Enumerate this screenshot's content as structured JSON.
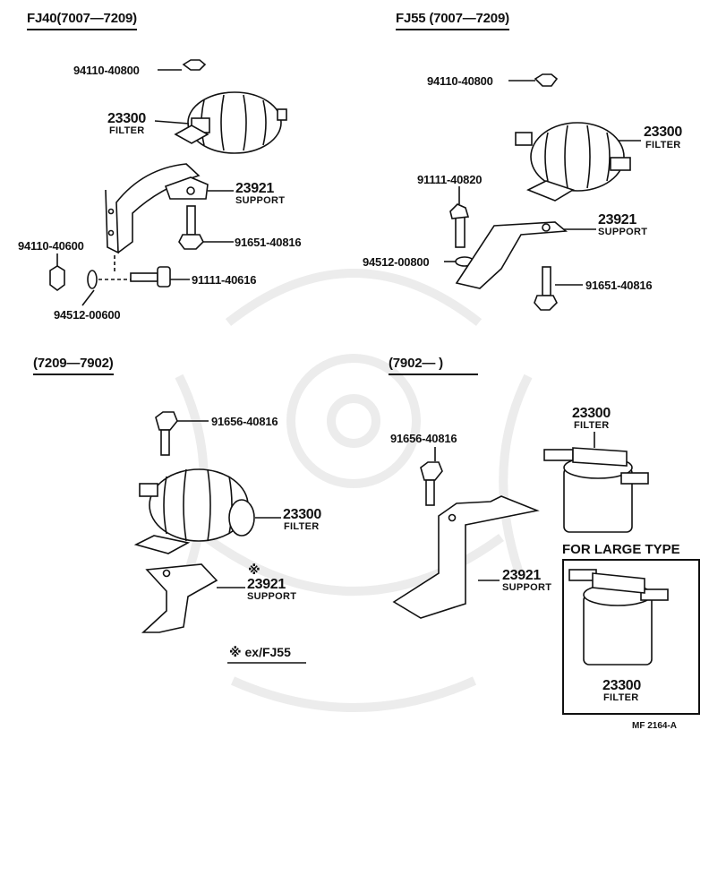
{
  "sections": {
    "s1": "FJ40(7007—7209)",
    "s2": "FJ55  (7007—7209)",
    "s3": "(7209—7902)",
    "s4": "(7902—          )"
  },
  "q1": {
    "nut": "94110-40800",
    "filter_no": "23300",
    "filter_name": "FILTER",
    "support_no": "23921",
    "support_name": "SUPPORT",
    "bolt": "91651-40816",
    "nut2": "94110-40600",
    "bolt2": "91111-40616",
    "washer": "94512-00600"
  },
  "q2": {
    "nut": "94110-40800",
    "filter_no": "23300",
    "filter_name": "FILTER",
    "bolt": "91111-40820",
    "support_no": "23921",
    "support_name": "SUPPORT",
    "washer": "94512-00800",
    "bolt2": "91651-40816"
  },
  "q3": {
    "bolt": "91656-40816",
    "filter_no": "23300",
    "filter_name": "FILTER",
    "star": "※",
    "support_no": "23921",
    "support_name": "SUPPORT",
    "note": "※ ex/FJ55"
  },
  "q4": {
    "bolt": "91656-40816",
    "filter_no": "23300",
    "filter_name": "FILTER",
    "support_no": "23921",
    "support_name": "SUPPORT",
    "large_title": "FOR LARGE TYPE",
    "large_filter_no": "23300",
    "large_filter_name": "FILTER",
    "code": "MF 2164-A"
  }
}
